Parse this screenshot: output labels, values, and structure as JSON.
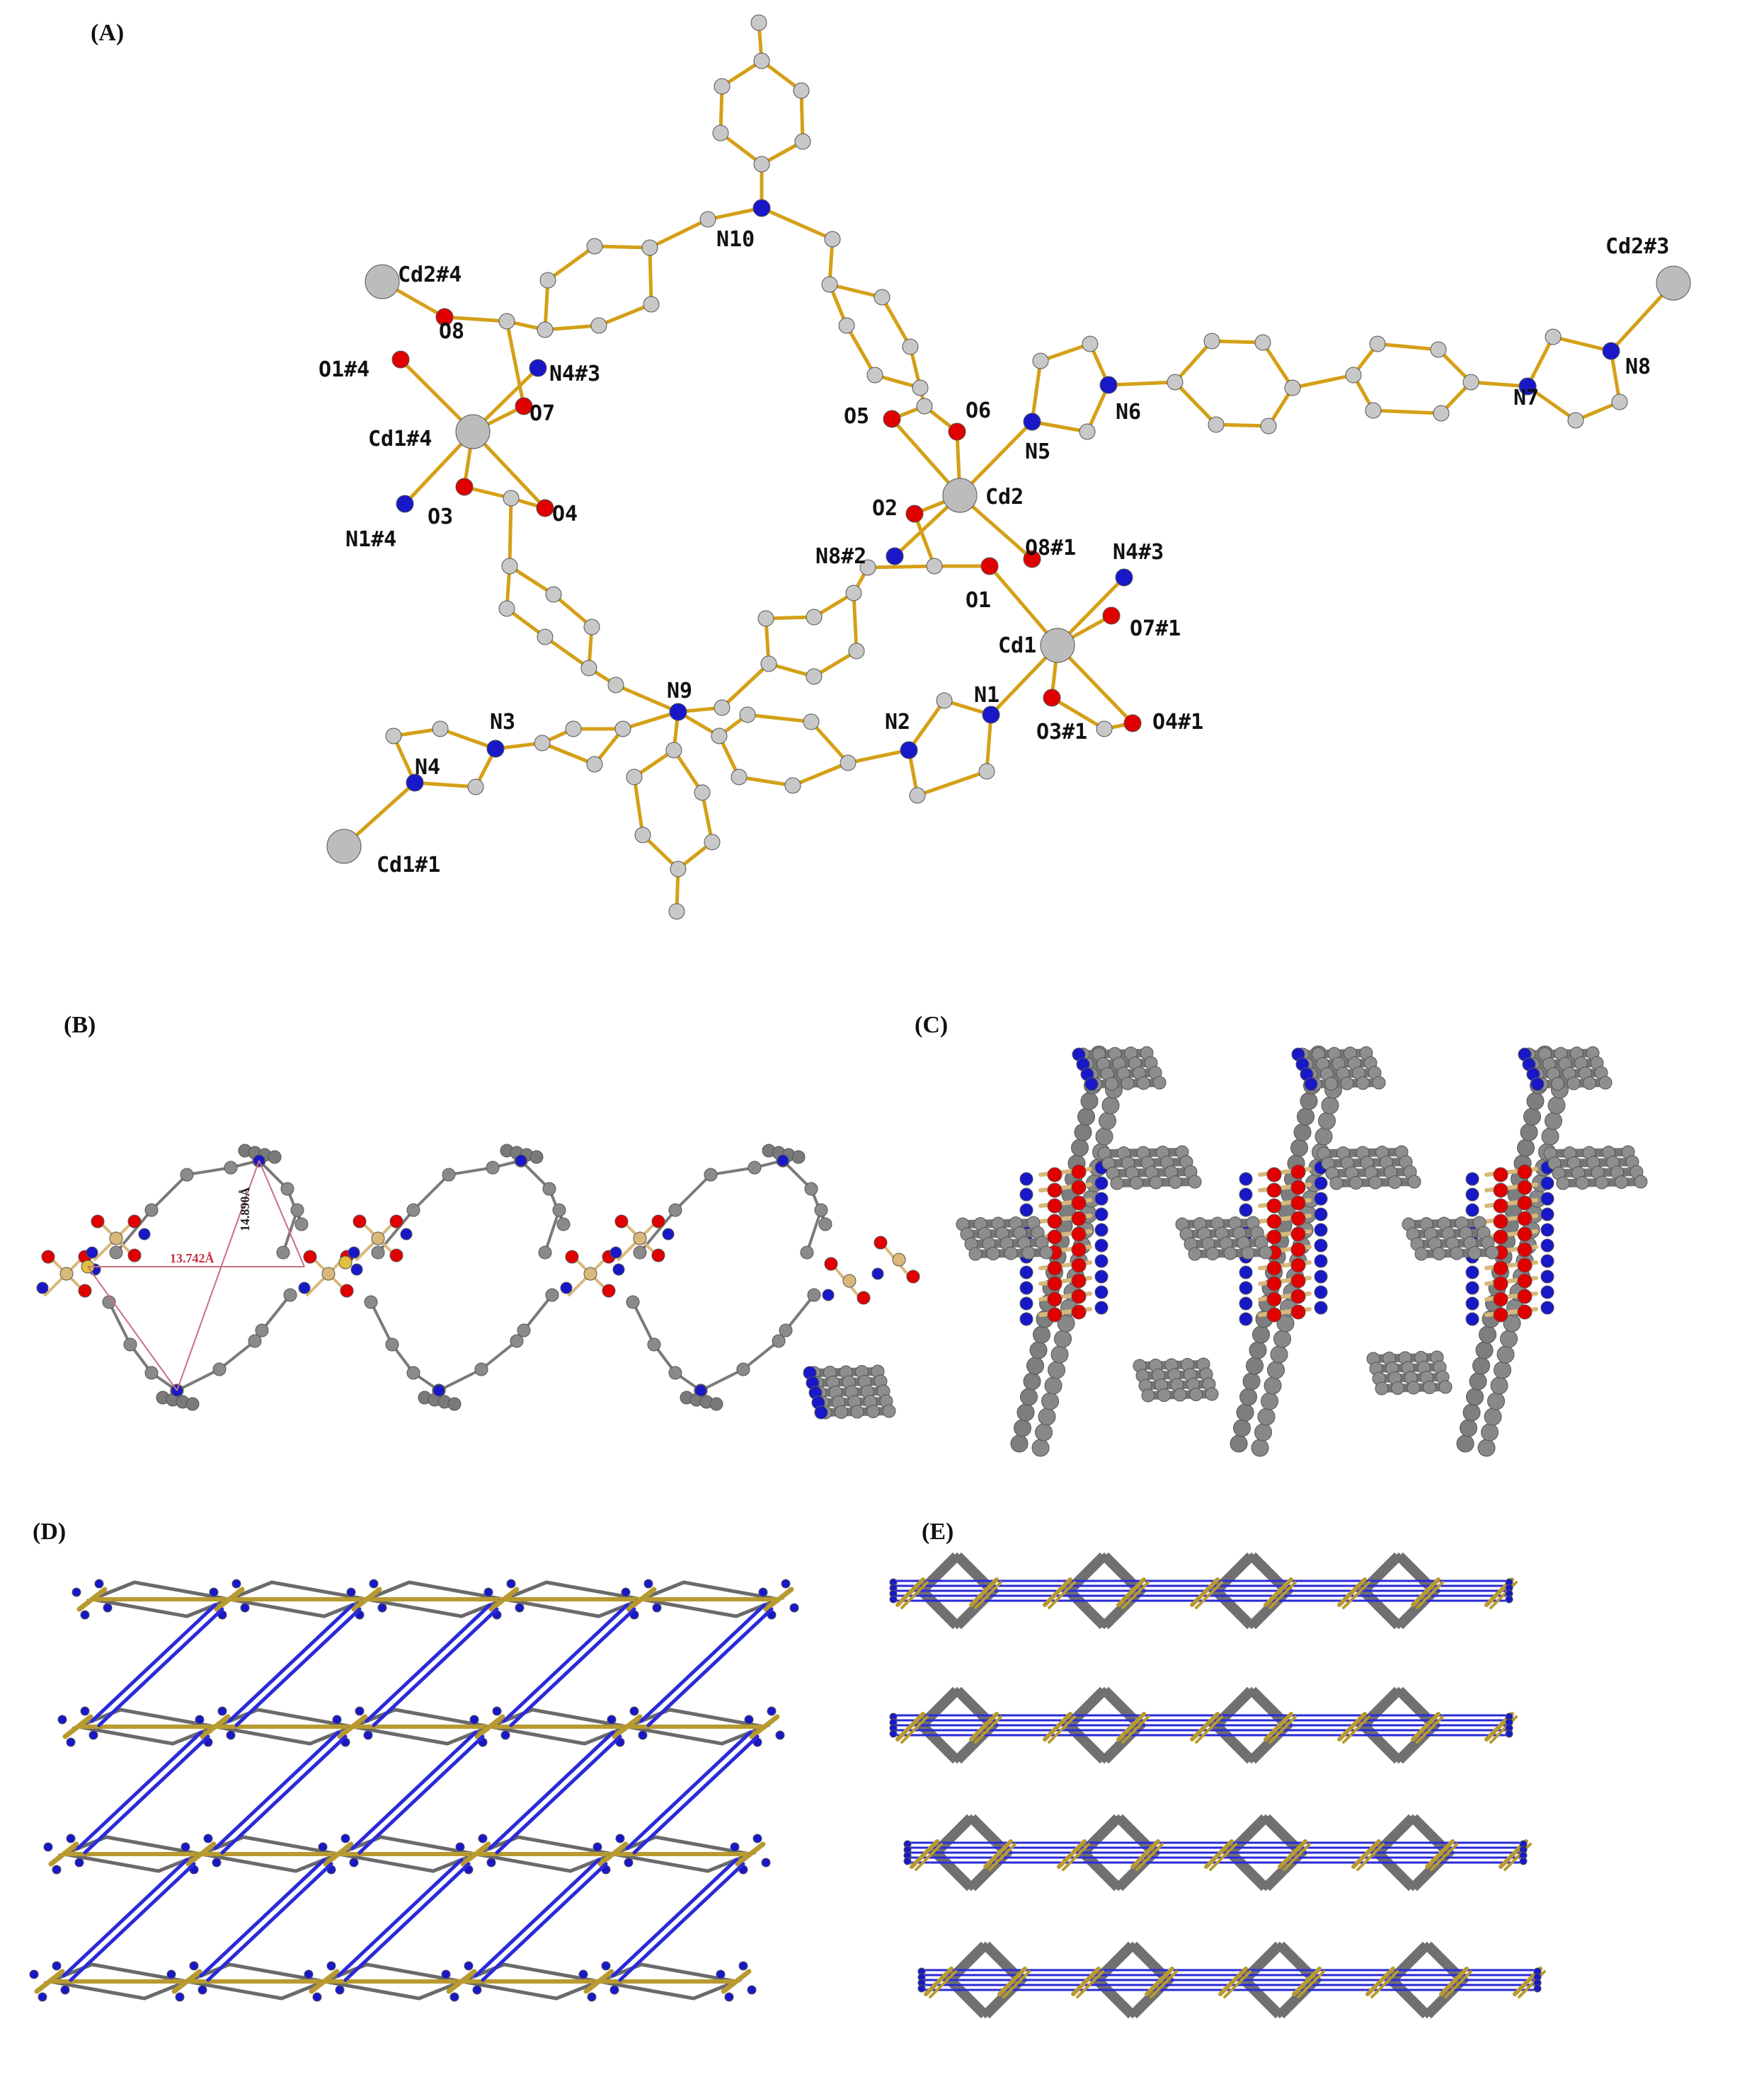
{
  "panels": {
    "a": {
      "label": "(A)"
    },
    "b": {
      "label": "(B)",
      "distance_horizontal": "13.742Å",
      "distance_vertical": "14.890Å"
    },
    "c": {
      "label": "(C)"
    },
    "d": {
      "label": "(D)"
    },
    "e": {
      "label": "(E)"
    }
  },
  "atom_labels": {
    "n10": "N10",
    "cd2_4": "Cd2#4",
    "o8": "O8",
    "n4_3_top": "N4#3",
    "o1_4": "O1#4",
    "o7": "O7",
    "cd1_4": "Cd1#4",
    "o3": "O3",
    "o4": "O4",
    "n1_4": "N1#4",
    "o5": "O5",
    "o6": "O6",
    "n5": "N5",
    "n6": "N6",
    "cd2": "Cd2",
    "o2": "O2",
    "n8_2": "N8#2",
    "o1": "O1",
    "o8_1": "O8#1",
    "n4_3": "N4#3",
    "cd1": "Cd1",
    "o7_1": "O7#1",
    "n1": "N1",
    "o3_1": "O3#1",
    "o4_1": "O4#1",
    "n2": "N2",
    "n9": "N9",
    "n3": "N3",
    "n4": "N4",
    "cd1_1": "Cd1#1",
    "cd2_3": "Cd2#3",
    "n8": "N8",
    "n7": "N7"
  },
  "colors": {
    "bond": "#d4a017",
    "carbon": "#c8c8c8",
    "nitrogen": "#1818c8",
    "oxygen": "#e00000",
    "cadmium": "#bcbcbc",
    "framework_gray": "#6e6e6e",
    "cd_node": "#d9b87a",
    "link_blue": "#2a2ad8",
    "link_gold": "#b89a30",
    "dist_red": "#c83040"
  }
}
